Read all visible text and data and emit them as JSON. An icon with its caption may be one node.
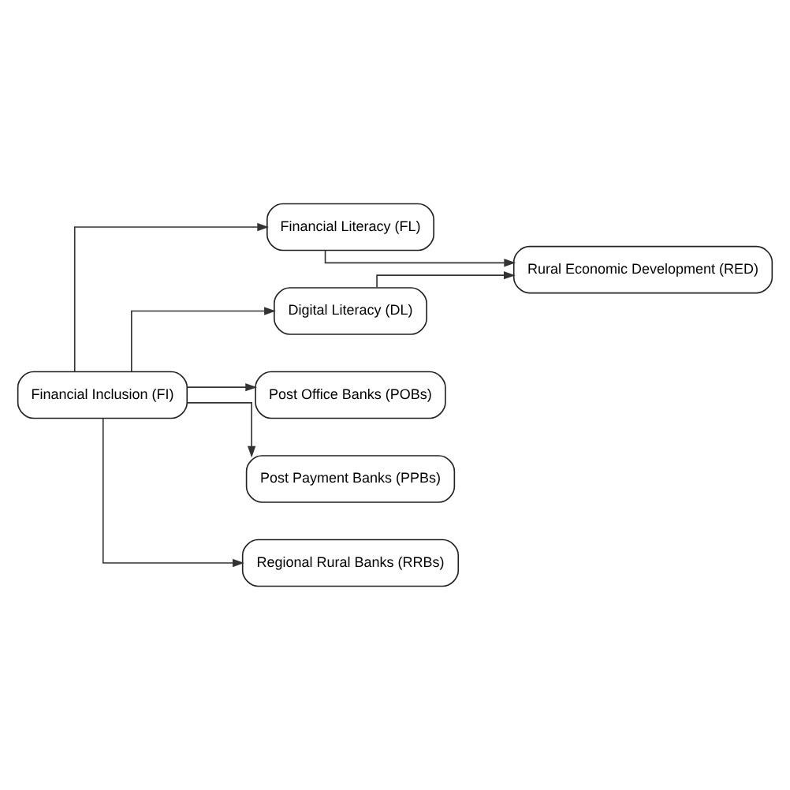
{
  "diagram": {
    "nodes": [
      {
        "text": [
          "Financial Inclusion (FI)"
        ]
      },
      {
        "text": [
          "Financial Literacy (FL)"
        ]
      },
      {
        "text": [
          "Rural Economic Development (RED)"
        ]
      },
      {
        "text": [
          "Digital Literacy (DL)"
        ]
      },
      {
        "text": [
          "Post Office Banks (POBs)"
        ]
      },
      {
        "text": [
          "Post Payment Banks (PPBs)"
        ]
      },
      {
        "text": [
          "Regional Rural Banks (RRBs)"
        ]
      }
    ],
    "edges": [
      {
        "from": 0,
        "to": 1,
        "arrow": "to"
      },
      {
        "from": 1,
        "to": 2,
        "arrow": "to"
      },
      {
        "from": 0,
        "to": 3,
        "arrow": "to"
      },
      {
        "from": 3,
        "to": 2,
        "arrow": "to"
      },
      {
        "from": 0,
        "to": 4,
        "arrow": "to"
      },
      {
        "from": 0,
        "to": 5,
        "arrow": "to"
      },
      {
        "from": 0,
        "to": 6,
        "arrow": "to"
      }
    ]
  }
}
